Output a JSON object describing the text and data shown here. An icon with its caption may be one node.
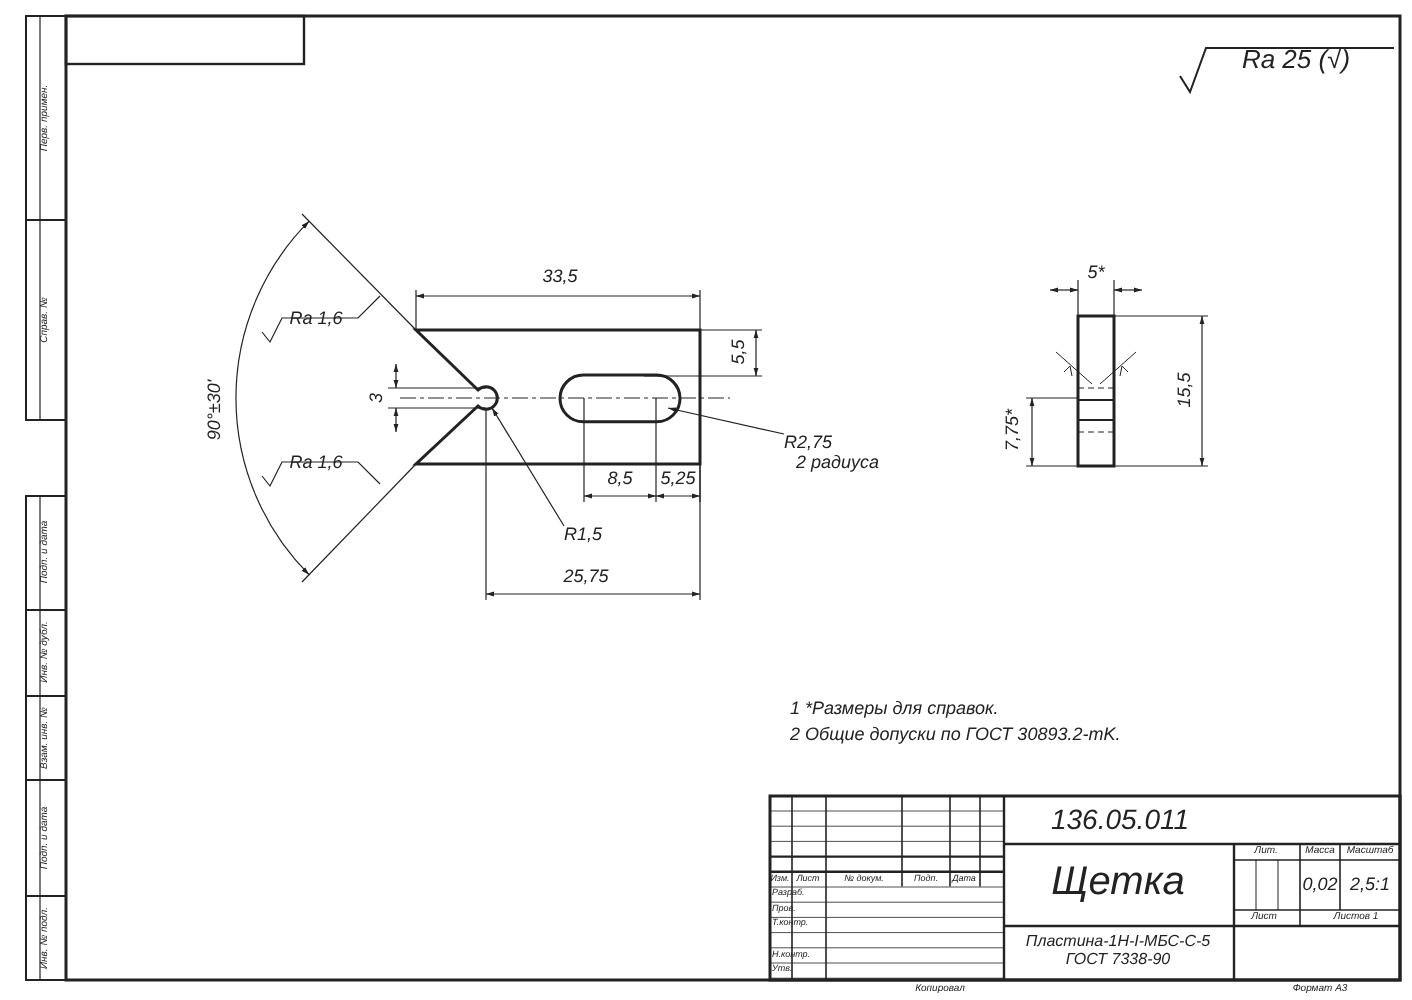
{
  "diagram": {
    "nodes": [
      {
        "text": [
          "R2,75",
          "2 радиуса"
        ]
      },
      {
        "text": [
          "R1,5"
        ]
      }
    ],
    "edges": [
      {
        "from": 0,
        "to": null,
        "arrow": "to"
      },
      {
        "from": 1,
        "to": null,
        "arrow": "to"
      }
    ],
    "labels": [
      "Ra 25 (√)",
      "33,5",
      "5*",
      "Ra 1,6",
      "5,5",
      "90°±30'",
      "3",
      "15,5",
      "7,75*",
      "Ra 1,6",
      "8,5",
      "5,25",
      "25,75",
      "1 *Размеры для справок.",
      "2 Общие допуски по ГОСТ 30893.2-mK.",
      "136.05.011",
      "Изм.",
      "Лист",
      "№ докум.",
      "Подп.",
      "Дата",
      "Разраб.",
      "Пров.",
      "Т.контр.",
      "Н.контр.",
      "Утв.",
      "Щетка",
      "Лит.",
      "Масса",
      "Масштаб",
      "0,02",
      "2,5:1",
      "Лист",
      "Листов 1",
      "Пластина-1Н-I-МБС-С-5 ГОСТ 7338-90",
      "Копировал",
      "Формат А3",
      "Перв. примен.",
      "Справ. №",
      "Подп. и дата",
      "Инв. № дубл.",
      "Взам. инв. №",
      "Подп. и дата",
      "Инв. № подл."
    ]
  }
}
